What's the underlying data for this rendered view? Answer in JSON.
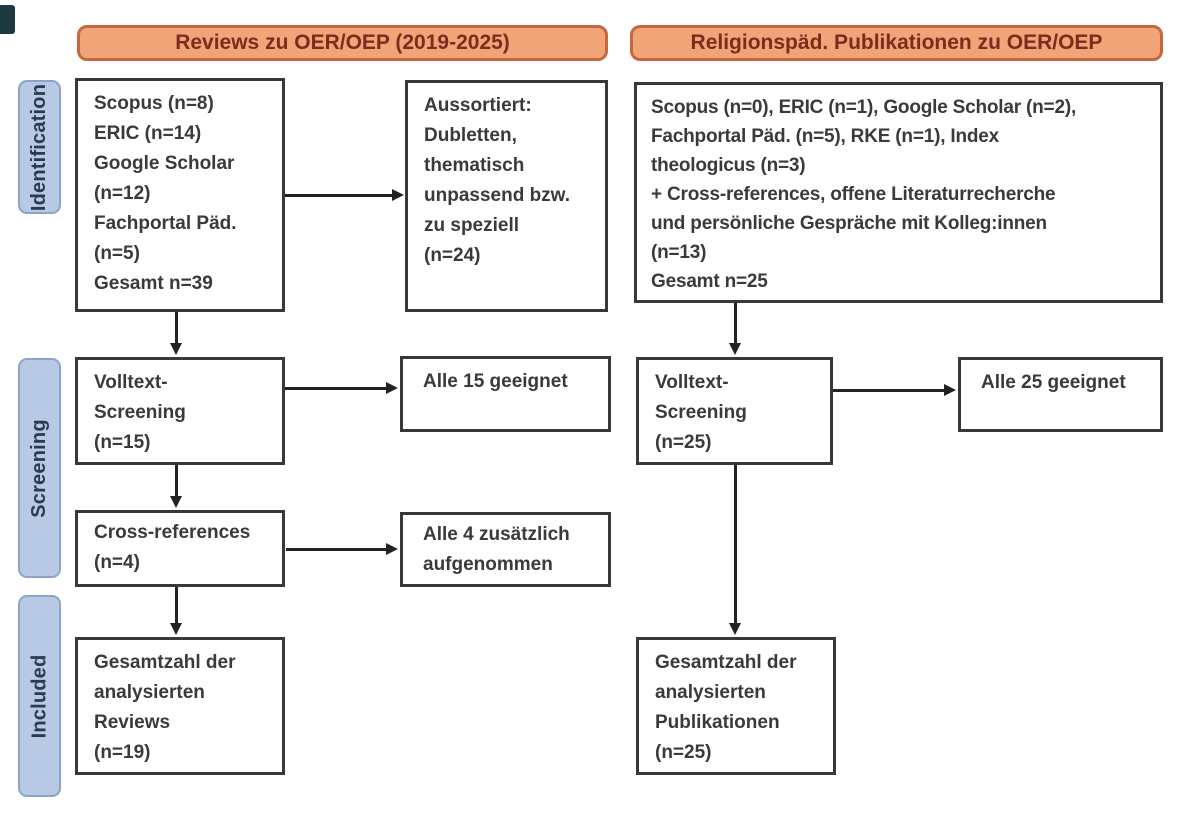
{
  "headers": [
    {
      "label": "Reviews zu OER/OEP (2019-2025)"
    },
    {
      "label": "Religionspäd. Publikationen zu OER/OEP"
    }
  ],
  "stages": [
    "Identification",
    "Screening",
    "Included"
  ],
  "boxes": {
    "reviews_sources": {
      "lines": [
        "Scopus (n=8)",
        "ERIC (n=14)",
        "Google Scholar",
        "(n=12)",
        "Fachportal Päd.",
        "(n=5)",
        "Gesamt n=39"
      ]
    },
    "reviews_excluded": {
      "lines": [
        "Aussortiert:",
        "Dubletten,",
        "thematisch",
        "unpassend bzw.",
        "zu speziell",
        "(n=24)"
      ]
    },
    "religionspaed_sources": {
      "lines": [
        "Scopus (n=0), ERIC (n=1), Google Scholar (n=2),",
        "Fachportal Päd. (n=5), RKE (n=1), Index",
        "theologicus (n=3)",
        "+ Cross-references, offene Literaturrecherche",
        "und persönliche Gespräche mit Kolleg:innen",
        "(n=13)",
        "Gesamt n=25"
      ]
    },
    "reviews_fulltext_screening": {
      "lines": [
        "Volltext-",
        "Screening",
        "(n=15)"
      ]
    },
    "reviews_all_suitable": {
      "lines": [
        "Alle 15 geeignet"
      ]
    },
    "religionspaed_fulltext_screening": {
      "lines": [
        "Volltext-",
        "Screening",
        "(n=25)"
      ]
    },
    "religionspaed_all_suitable": {
      "lines": [
        "Alle 25 geeignet"
      ]
    },
    "reviews_cross_references": {
      "lines": [
        "Cross-references",
        "(n=4)"
      ]
    },
    "reviews_cross_included": {
      "lines": [
        "Alle 4 zusätzlich",
        "aufgenommen"
      ]
    },
    "reviews_total": {
      "lines": [
        "Gesamtzahl der",
        "analysierten",
        "Reviews",
        "(n=19)"
      ]
    },
    "religionspaed_total": {
      "lines": [
        "Gesamtzahl der",
        "analysierten",
        "Publikationen",
        "(n=25)"
      ]
    }
  },
  "colors": {
    "header_fill": "#F1A478",
    "header_border": "#C4683E",
    "header_text": "#7E2B1E",
    "stage_fill": "#B8C9E6",
    "stage_border": "#8EA3C8",
    "stage_text": "#2A3A50",
    "box_border": "#383838",
    "box_text": "#3A3A3A",
    "arrow": "#222222",
    "corner_mark": "#1C3A40"
  }
}
